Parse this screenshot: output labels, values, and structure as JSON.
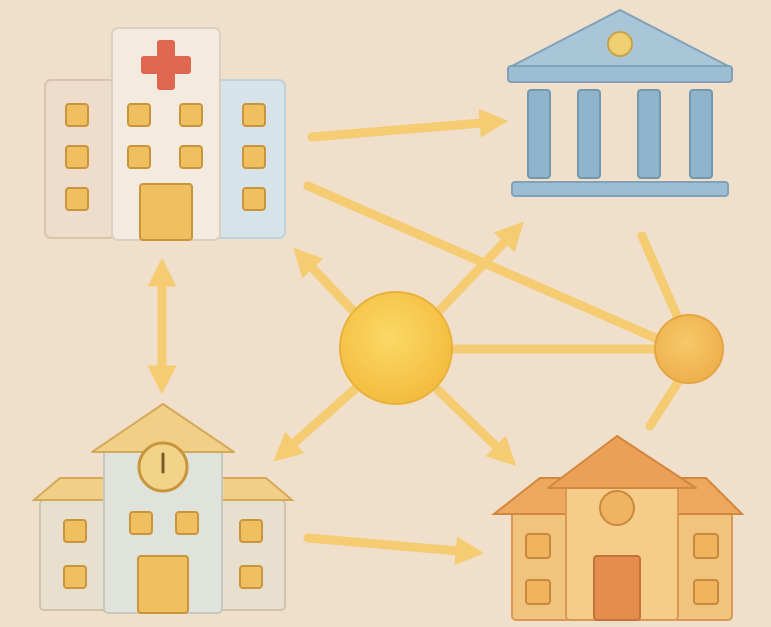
{
  "diagram": {
    "nodes": [
      {
        "id": "hospital",
        "icon": "hospital-icon"
      },
      {
        "id": "government",
        "icon": "government-building-icon"
      },
      {
        "id": "school",
        "icon": "school-icon"
      },
      {
        "id": "house",
        "icon": "house-icon"
      },
      {
        "id": "hub",
        "icon": "central-hub-circle"
      },
      {
        "id": "relay",
        "icon": "secondary-hub-circle"
      }
    ],
    "edges": [
      {
        "from": "hospital",
        "to": "government",
        "style": "arrow"
      },
      {
        "from": "hospital",
        "to": "school",
        "style": "double-arrow"
      },
      {
        "from": "school",
        "to": "house",
        "style": "arrow"
      },
      {
        "from": "hub",
        "to": "hospital",
        "style": "arrow"
      },
      {
        "from": "hub",
        "to": "government",
        "style": "arrow"
      },
      {
        "from": "hub",
        "to": "school",
        "style": "arrow"
      },
      {
        "from": "hub",
        "to": "house",
        "style": "arrow"
      },
      {
        "from": "hub",
        "to": "relay",
        "style": "line"
      },
      {
        "from": "hospital",
        "to": "relay",
        "style": "line"
      },
      {
        "from": "relay",
        "to": "government",
        "style": "line"
      },
      {
        "from": "relay",
        "to": "house",
        "style": "line"
      }
    ]
  },
  "colors": {
    "background": "#f0dfca",
    "connector": "#f5cc72",
    "hub": "#f7c94e",
    "relay": "#f2bd5a",
    "hospital_cross": "#e0674f",
    "government": "#8fb4cc",
    "house": "#eea860",
    "school": "#e8e0cf"
  }
}
